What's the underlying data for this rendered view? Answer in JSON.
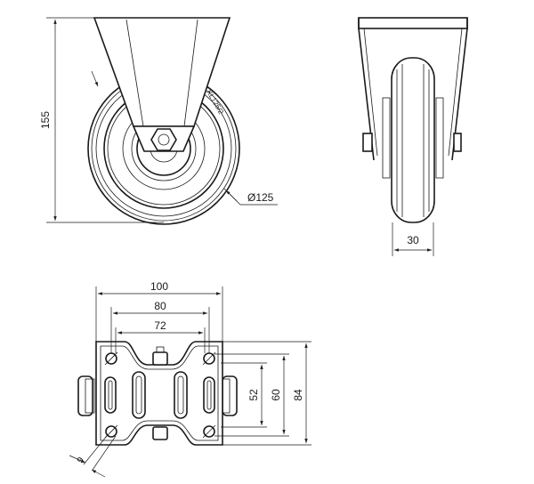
{
  "views": {
    "side": {
      "height_label": "155",
      "diameter_label": "Ø125",
      "wheel_marking": "KL125/2"
    },
    "front": {
      "width_label": "30"
    },
    "top": {
      "plate_width_label": "100",
      "hole_spacing_long_label": "80",
      "hole_spacing_inner_label": "72",
      "slot_spacing_label": "52",
      "hole_spacing_short_label": "60",
      "plate_depth_label": "84",
      "hole_diameter_label": "9"
    }
  },
  "colors": {
    "line": "#1a1a1a",
    "background": "#ffffff"
  }
}
